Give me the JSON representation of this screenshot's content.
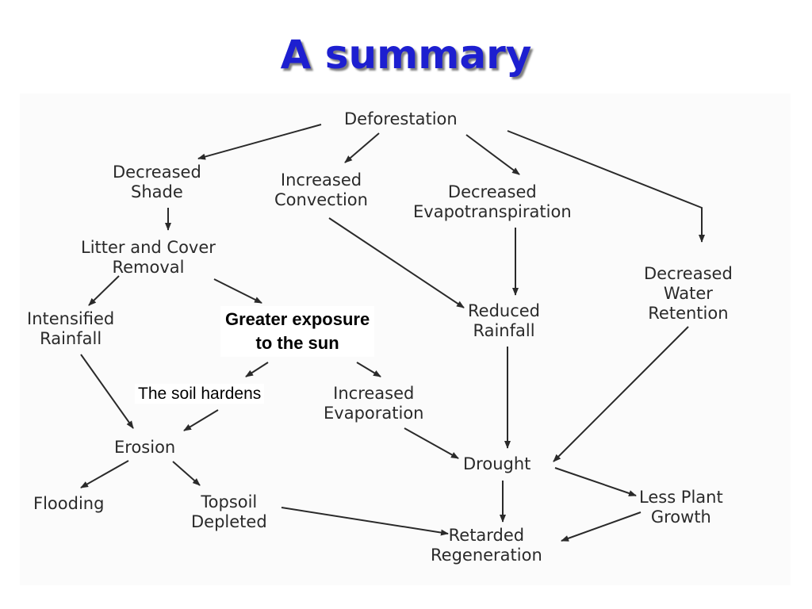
{
  "title": "A summary",
  "diagram": {
    "nodes": {
      "deforestation": [
        "Deforestation"
      ],
      "decreased_shade": [
        "Decreased",
        "Shade"
      ],
      "increased_convection": [
        "Increased",
        "Convection"
      ],
      "decreased_evapotranspiration": [
        "Decreased",
        "Evapotranspiration"
      ],
      "decreased_water_retention": [
        "Decreased",
        "Water",
        "Retention"
      ],
      "litter_cover_removal": [
        "Litter and Cover",
        "Removal"
      ],
      "intensified_rainfall": [
        "Intensified",
        "Rainfall"
      ],
      "greater_exposure": [
        "Greater exposure",
        "to the sun"
      ],
      "reduced_rainfall": [
        "Reduced",
        "Rainfall"
      ],
      "soil_hardens": [
        "The soil hardens"
      ],
      "increased_evaporation": [
        "Increased",
        "Evaporation"
      ],
      "erosion": [
        "Erosion"
      ],
      "drought": [
        "Drought"
      ],
      "flooding": [
        "Flooding"
      ],
      "topsoil_depleted": [
        "Topsoil",
        "Depleted"
      ],
      "less_plant_growth": [
        "Less Plant",
        "Growth"
      ],
      "retarded_regeneration": [
        "Retarded",
        "Regeneration"
      ]
    },
    "edges": [
      [
        "deforestation",
        "decreased_shade"
      ],
      [
        "deforestation",
        "increased_convection"
      ],
      [
        "deforestation",
        "decreased_evapotranspiration"
      ],
      [
        "deforestation",
        "decreased_water_retention"
      ],
      [
        "decreased_shade",
        "litter_cover_removal"
      ],
      [
        "litter_cover_removal",
        "intensified_rainfall"
      ],
      [
        "litter_cover_removal",
        "greater_exposure"
      ],
      [
        "increased_convection",
        "reduced_rainfall"
      ],
      [
        "decreased_evapotranspiration",
        "reduced_rainfall"
      ],
      [
        "greater_exposure",
        "soil_hardens"
      ],
      [
        "greater_exposure",
        "increased_evaporation"
      ],
      [
        "intensified_rainfall",
        "erosion"
      ],
      [
        "soil_hardens",
        "erosion"
      ],
      [
        "increased_evaporation",
        "drought"
      ],
      [
        "reduced_rainfall",
        "drought"
      ],
      [
        "decreased_water_retention",
        "drought"
      ],
      [
        "erosion",
        "flooding"
      ],
      [
        "erosion",
        "topsoil_depleted"
      ],
      [
        "drought",
        "less_plant_growth"
      ],
      [
        "drought",
        "retarded_regeneration"
      ],
      [
        "topsoil_depleted",
        "retarded_regeneration"
      ],
      [
        "less_plant_growth",
        "retarded_regeneration"
      ]
    ]
  }
}
